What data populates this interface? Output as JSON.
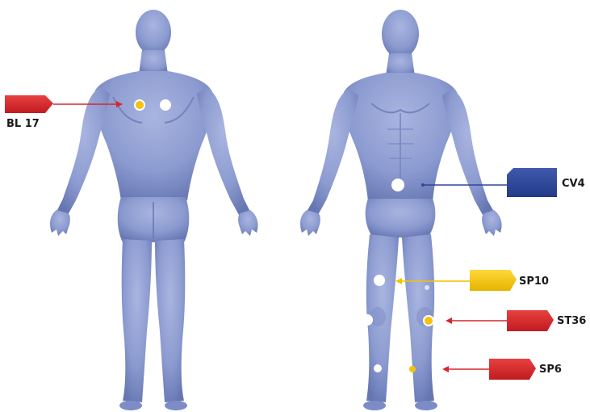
{
  "figure": {
    "back_view": {
      "points": [
        "BL17-left",
        "BL17-right"
      ]
    },
    "front_view": {
      "points": [
        "CV4",
        "SP10-left",
        "SP10-right",
        "ST36-left",
        "ST36-right",
        "SP6-left",
        "SP6-right"
      ]
    }
  },
  "labels": {
    "bl17": "BL 17",
    "cv4": "CV4",
    "sp10": "SP10",
    "st36": "ST36",
    "sp6": "SP6"
  },
  "colors": {
    "body": "#8c9bd0",
    "body_dark": "#6d7db8",
    "red_tag": "#d7262c",
    "blue_tag": "#2d4699",
    "yellow_tag": "#f2c200",
    "yellow_point": "#f4c20d",
    "white_point": "#ffffff"
  },
  "icons": {
    "tag": "flag-tag-icon",
    "point": "acupoint-dot-icon"
  }
}
